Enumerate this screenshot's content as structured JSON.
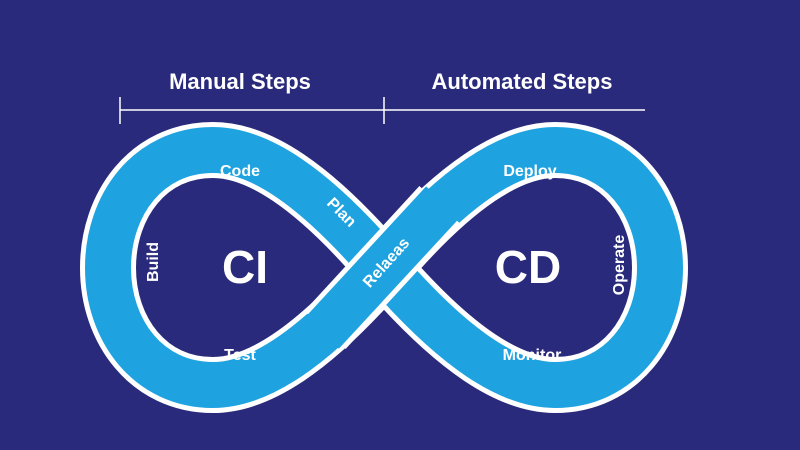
{
  "diagram": {
    "colors": {
      "background": "#2a2a7c",
      "band": "#1fa3e0",
      "outline": "#ffffff",
      "text": "#ffffff"
    },
    "headings": {
      "manual": "Manual Steps",
      "automated": "Automated Steps"
    },
    "centers": {
      "left": "CI",
      "right": "CD"
    },
    "stages": {
      "code": "Code",
      "plan": "Plan",
      "build": "Build",
      "test": "Test",
      "release": "Relaeas",
      "deploy": "Deploy",
      "operate": "Operate",
      "monitor": "Monitor"
    }
  }
}
